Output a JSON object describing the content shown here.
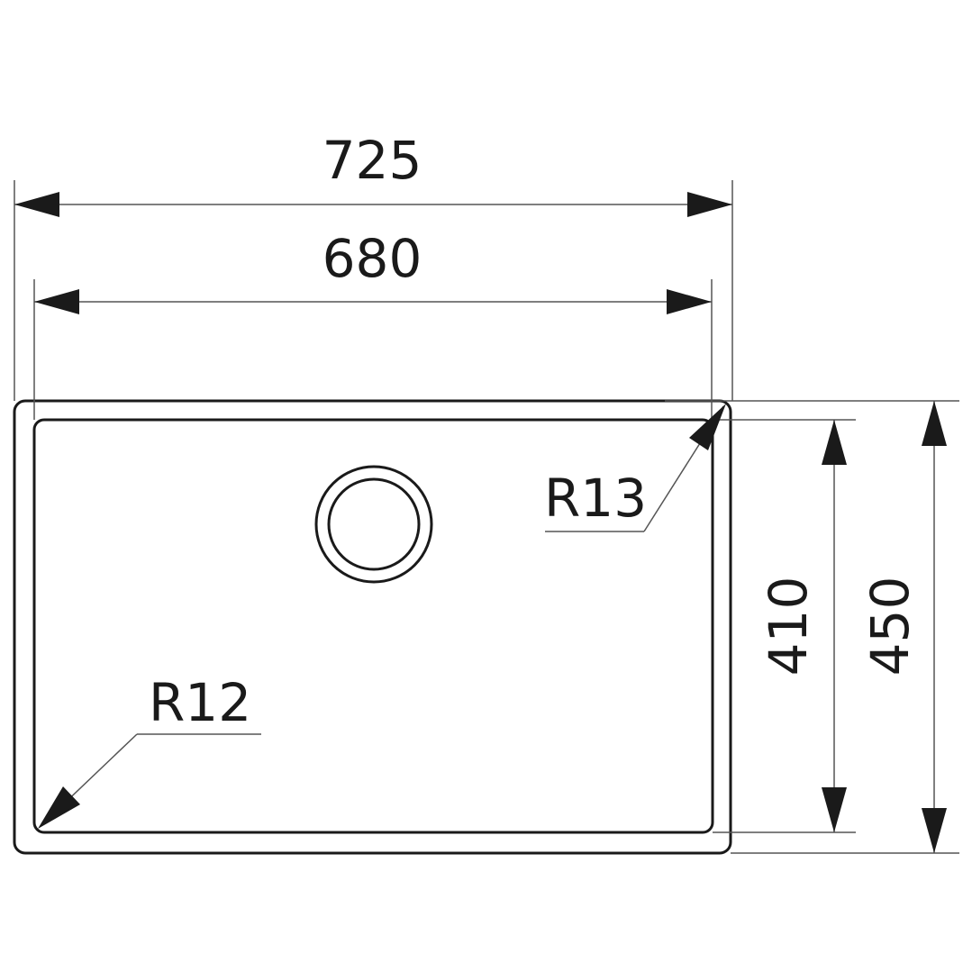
{
  "drawing": {
    "overall_width": "725",
    "bowl_width": "680",
    "overall_depth": "450",
    "bowl_depth": "410",
    "outer_radius": "R13",
    "inner_radius": "R12"
  }
}
